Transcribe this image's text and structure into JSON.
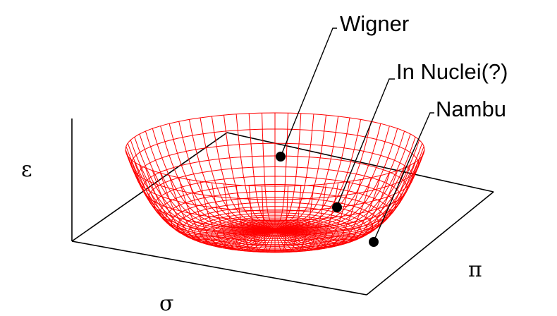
{
  "labels": {
    "wigner": "Wigner",
    "nuclei": "In Nuclei(?)",
    "nambu": "Nambu"
  },
  "axes": {
    "vertical": "ε",
    "sigma": "σ",
    "pi": "π"
  },
  "colors": {
    "surface": "#ff0000",
    "axes": "#000000",
    "points": "#000000"
  }
}
